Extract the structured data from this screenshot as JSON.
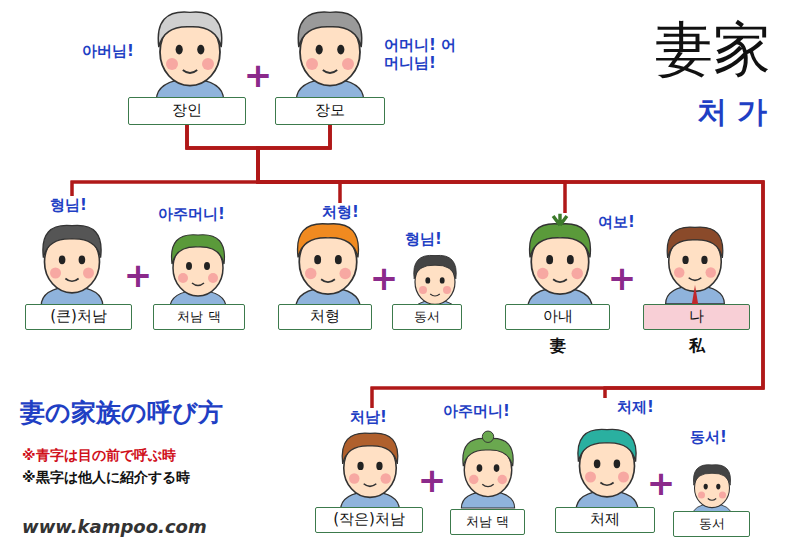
{
  "diagram": {
    "title": "妻家",
    "nodes": [
      {
        "text": [
          "아버님!",
          "장인"
        ]
      },
      {
        "text": [
          "어머니! 어머니님!",
          "장모"
        ]
      },
      {
        "text": [
          "형님!",
          "(큰)처남"
        ]
      },
      {
        "text": [
          "아주머니!",
          "처남 댁"
        ]
      },
      {
        "text": [
          "처형!",
          "처형"
        ]
      },
      {
        "text": [
          "형님!",
          "동서"
        ]
      },
      {
        "text": [
          "여보!",
          "아내",
          "妻"
        ]
      },
      {
        "text": [
          "나",
          "私"
        ]
      },
      {
        "text": [
          "처남!",
          "(작은)처남"
        ]
      },
      {
        "text": [
          "아주머니!",
          "처남 댁"
        ]
      },
      {
        "text": [
          "처제!",
          "처제"
        ]
      },
      {
        "text": [
          "동서!",
          "동서"
        ]
      }
    ],
    "edges": [
      {
        "from": 0,
        "to": 2,
        "arrow": "none"
      },
      {
        "from": 0,
        "to": 4,
        "arrow": "none"
      },
      {
        "from": 0,
        "to": 6,
        "arrow": "none"
      },
      {
        "from": 0,
        "to": 8,
        "arrow": "none"
      },
      {
        "from": 0,
        "to": 10,
        "arrow": "none"
      },
      {
        "from": 1,
        "to": 2,
        "arrow": "none"
      },
      {
        "from": 1,
        "to": 4,
        "arrow": "none"
      },
      {
        "from": 1,
        "to": 6,
        "arrow": "none"
      },
      {
        "from": 1,
        "to": 8,
        "arrow": "none"
      },
      {
        "from": 1,
        "to": 10,
        "arrow": "none"
      }
    ],
    "labels": [
      "처 가",
      "+",
      "+",
      "+",
      "+",
      "+",
      "+",
      "妻の家族の呼び方",
      "※青字は目の前で呼ぶ時",
      "※黒字は他人に紹介する時",
      "www.kampoo.com"
    ]
  }
}
